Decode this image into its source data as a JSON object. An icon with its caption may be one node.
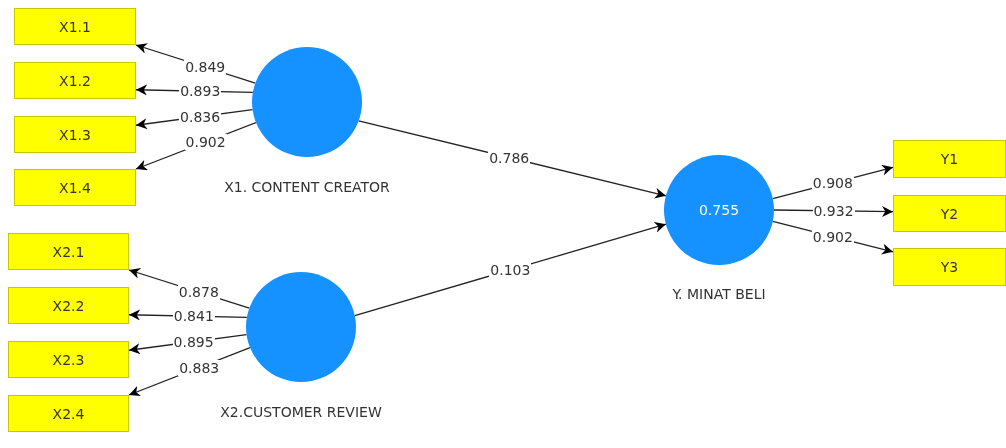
{
  "diagram": {
    "nodes": [
      {
        "text": [
          "X1.1"
        ]
      },
      {
        "text": [
          "X1.2"
        ]
      },
      {
        "text": [
          "X1.3"
        ]
      },
      {
        "text": [
          "X1.4"
        ]
      },
      {
        "text": [
          "X1. CONTENT CREATOR"
        ]
      },
      {
        "text": [
          "X2.1"
        ]
      },
      {
        "text": [
          "X2.2"
        ]
      },
      {
        "text": [
          "X2.3"
        ]
      },
      {
        "text": [
          "X2.4"
        ]
      },
      {
        "text": [
          "X2.CUSTOMER REVIEW"
        ]
      },
      {
        "text": [
          "0.755",
          "Y. MINAT BELI"
        ]
      },
      {
        "text": [
          "Y1"
        ]
      },
      {
        "text": [
          "Y2"
        ]
      },
      {
        "text": [
          "Y3"
        ]
      }
    ],
    "edges": [
      {
        "from": 4,
        "to": 0,
        "arrow": "to",
        "label": "0.849"
      },
      {
        "from": 4,
        "to": 1,
        "arrow": "to",
        "label": "0.893"
      },
      {
        "from": 4,
        "to": 2,
        "arrow": "to",
        "label": "0.836"
      },
      {
        "from": 4,
        "to": 3,
        "arrow": "to",
        "label": "0.902"
      },
      {
        "from": 9,
        "to": 5,
        "arrow": "to",
        "label": "0.878"
      },
      {
        "from": 9,
        "to": 6,
        "arrow": "to",
        "label": "0.841"
      },
      {
        "from": 9,
        "to": 7,
        "arrow": "to",
        "label": "0.895"
      },
      {
        "from": 9,
        "to": 8,
        "arrow": "to",
        "label": "0.883"
      },
      {
        "from": 4,
        "to": 10,
        "arrow": "to",
        "label": "0.786"
      },
      {
        "from": 9,
        "to": 10,
        "arrow": "to",
        "label": "0.103"
      },
      {
        "from": 10,
        "to": 11,
        "arrow": "to",
        "label": "0.908"
      },
      {
        "from": 10,
        "to": 12,
        "arrow": "to",
        "label": "0.932"
      },
      {
        "from": 10,
        "to": 13,
        "arrow": "to",
        "label": "0.902"
      }
    ]
  }
}
